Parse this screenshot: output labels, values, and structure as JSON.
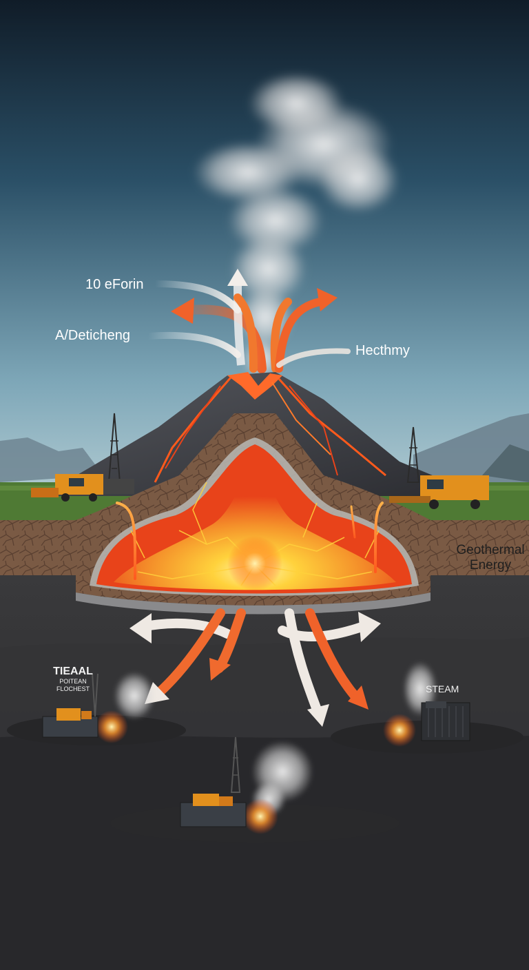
{
  "labels": {
    "top_flow": "10 eForin",
    "left_flow": "A/Deticheng",
    "right_flow": "Hecthmy",
    "side_title_line1": "Geothermal",
    "side_title_line2": "Energy",
    "plant_left_line1": "TIEAAL",
    "plant_left_line2": "POITEAN",
    "plant_left_line3": "FLOCHEST",
    "plant_right": "STEAM"
  },
  "colors": {
    "sky_top": "#12202d",
    "sky_bottom": "#a9c5ce",
    "magma": "#e8431a",
    "magma_core": "#ffd23c",
    "arrow_orange": "#f0622a",
    "arrow_light": "#e9e4df",
    "ground_dark": "#2c2c2e",
    "grass": "#4f7a34",
    "machinery": "#e2901d"
  },
  "icons": [
    "steam-plume-icon",
    "drilling-rig-icon",
    "truck-icon",
    "power-plant-icon",
    "arrow-icon"
  ]
}
